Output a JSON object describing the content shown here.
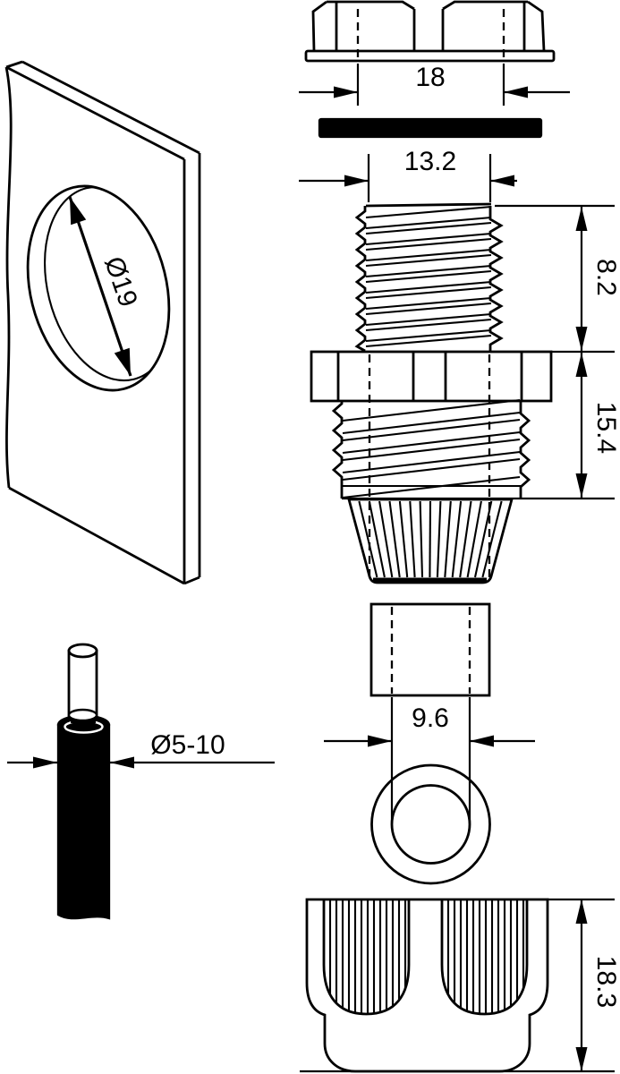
{
  "dimensions": {
    "locknut_width_across_flats": "18",
    "upper_thread_diameter": "13.2",
    "upper_thread_length": "8.2",
    "body_thread_length": "15.4",
    "seal_insert_bore": "9.6",
    "cap_height": "18.3",
    "panel_hole_diameter": "Ø19",
    "cable_diameter_range": "Ø5-10"
  }
}
